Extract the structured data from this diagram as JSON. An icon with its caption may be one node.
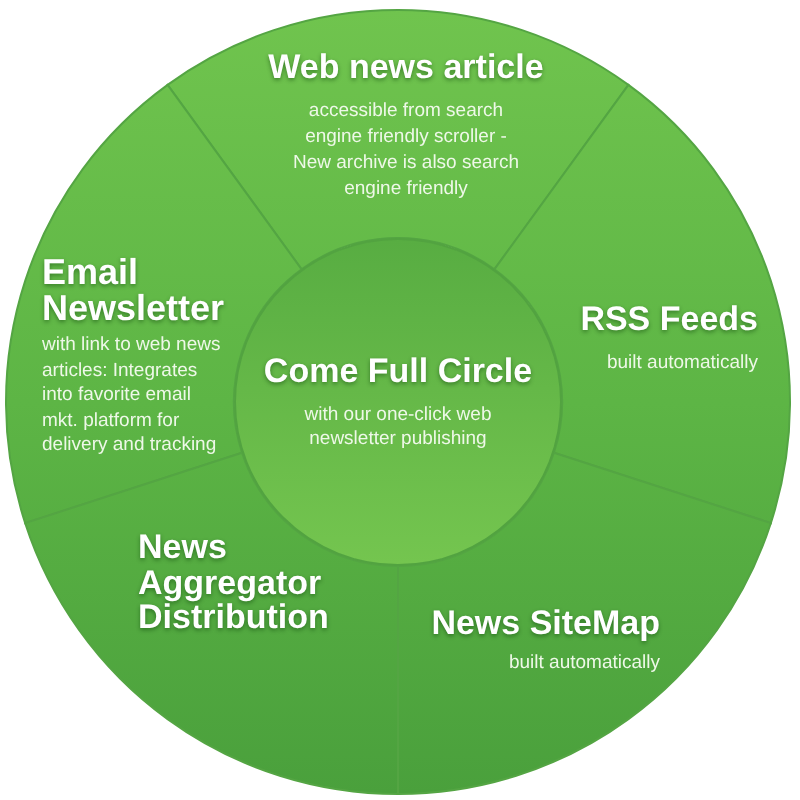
{
  "diagram": {
    "nodes": [
      {
        "text": [
          "Web news article",
          "accessible from search engine friendly scroller - New archive is also search engine friendly"
        ]
      },
      {
        "text": [
          "Email Newsletter",
          "with link to web news articles: Integrates into favorite email mkt. platform for delivery and tracking"
        ]
      },
      {
        "text": [
          "Come Full Circle",
          "with our one-click web newsletter publishing"
        ]
      },
      {
        "text": [
          "RSS Feeds",
          "built automatically"
        ]
      },
      {
        "text": [
          "News Aggregator Distribution"
        ]
      },
      {
        "text": [
          "News SiteMap",
          "built automatically"
        ]
      }
    ]
  }
}
